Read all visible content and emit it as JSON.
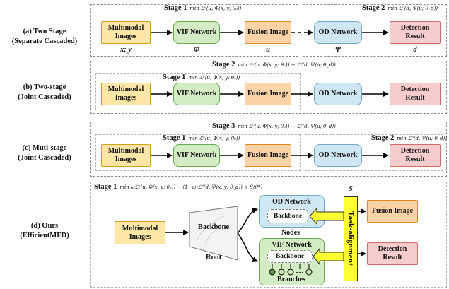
{
  "rows": [
    {
      "label_line1": "(a) Two Stage",
      "label_line2": "(Separate Cascaded)",
      "stages": [
        {
          "title": "Stage 1",
          "formula": "min ℒᵘ(u, Φ(x, y; θᵤ))"
        },
        {
          "title": "Stage 2",
          "formula": "min ℒᵈ(d, Ψ(u; θ_d))"
        }
      ],
      "boxes": [
        "Multimodal Images",
        "VIF Network",
        "Fusion Image",
        "OD Network",
        "Detection Result"
      ],
      "symbols": [
        "x; y",
        "Φ",
        "u",
        "Ψ",
        "d"
      ]
    },
    {
      "label_line1": "(b) Two-stage",
      "label_line2": "(Joint Cascaded)",
      "stages": [
        {
          "title": "Stage 2",
          "formula": "min ℒᵘ(u, Φ(x, y; θᵤ)) + ℒᵈ(d, Ψ(u; θ_d))"
        },
        {
          "title": "Stage 1",
          "formula": "min ℒᵘ(u, Φ(x, y; θᵤ))"
        }
      ],
      "boxes": [
        "Multimodal Images",
        "VIF Network",
        "Fusion Image",
        "OD Network",
        "Detection Result"
      ]
    },
    {
      "label_line1": "(c) Muti-stage",
      "label_line2": "(Joint Cascaded)",
      "stages": [
        {
          "title": "Stage 3",
          "formula": "min ℒᵘ(u, Φ(x, y; θᵤ)) + ℒᵈ(d, Ψ(u; θ_d))"
        },
        {
          "title": "Stage 1",
          "formula": "min ℒᵘ(u, Φ(x, y; θᵤ))"
        },
        {
          "title": "Stage 2",
          "formula": "min ℒᵈ(d, Ψ(u; θ_d))"
        }
      ],
      "boxes": [
        "Multimodal Images",
        "VIF Network",
        "Fusion Image",
        "OD Network",
        "Detection Result"
      ]
    },
    {
      "label_line1": "(d) Ours",
      "label_line2": "(EfficientMFD)",
      "stages": [
        {
          "title": "Stage 1",
          "formula": "min ωℒᵘ(u, Φ(x, y; θᵤ)) − (1−ω)ℒᵈ(d, Ψ(x, y; θ_d)) + S(θ*)"
        }
      ],
      "boxes": {
        "input": "Multimodal Images",
        "backbone": "Backbone",
        "root": "Root",
        "od": "OD Network",
        "od_backbone": "Backbone",
        "nodes": "Nodes",
        "vif": "VIF Network",
        "vif_backbone": "Backbone",
        "branches": "Branches",
        "task_alignment": "Task-alignment",
        "s_symbol": "S",
        "fusion": "Fusion Image",
        "detection": "Detection Result"
      }
    }
  ]
}
